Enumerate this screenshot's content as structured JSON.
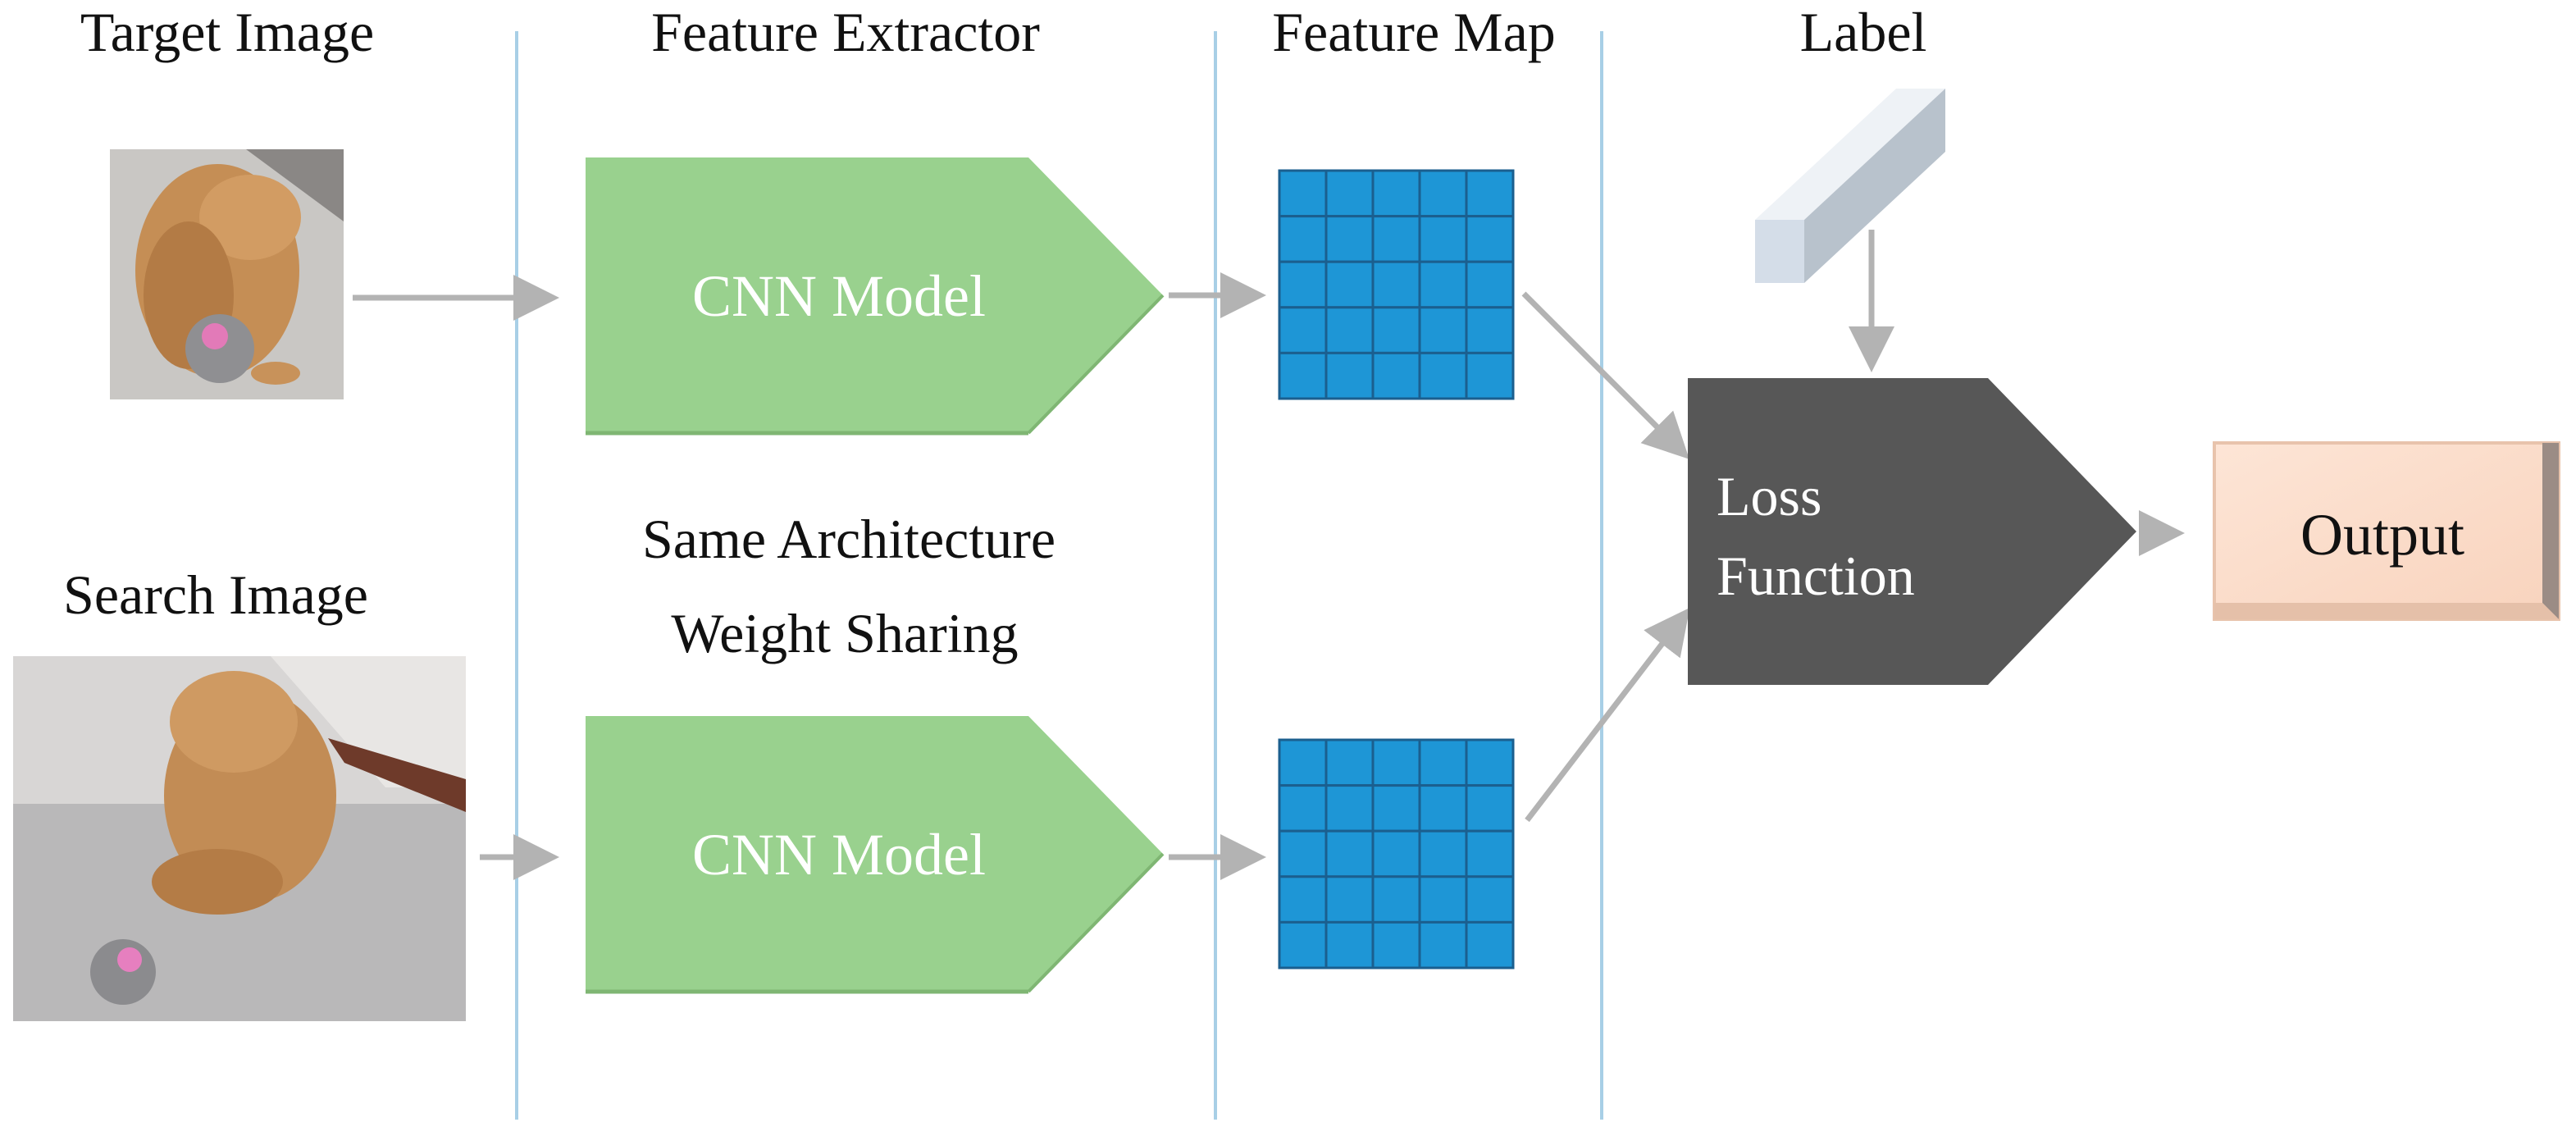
{
  "headers": {
    "target_image": "Target Image",
    "feature_extractor": "Feature Extractor",
    "feature_map": "Feature Map",
    "label": "Label"
  },
  "search_image_label": "Search Image",
  "cnn_top": {
    "label": "CNN Model"
  },
  "cnn_bottom": {
    "label": "CNN Model"
  },
  "shared_note": {
    "line1": "Same Architecture",
    "line2": "Weight Sharing"
  },
  "loss_function": {
    "line1": "Loss",
    "line2": "Function"
  },
  "output": {
    "label": "Output"
  },
  "feature_map_grid": {
    "rows": 5,
    "cols": 5
  },
  "colors": {
    "cnn_fill": "#99d18e",
    "grid_fill": "#1e96d6",
    "grid_line": "#1b5f8f",
    "loss_fill": "#575757",
    "output_fill": "#fcdcc8",
    "arrow": "#b3b3b3",
    "divider": "#a8cfe6",
    "label_bar": "#d4dde8"
  }
}
